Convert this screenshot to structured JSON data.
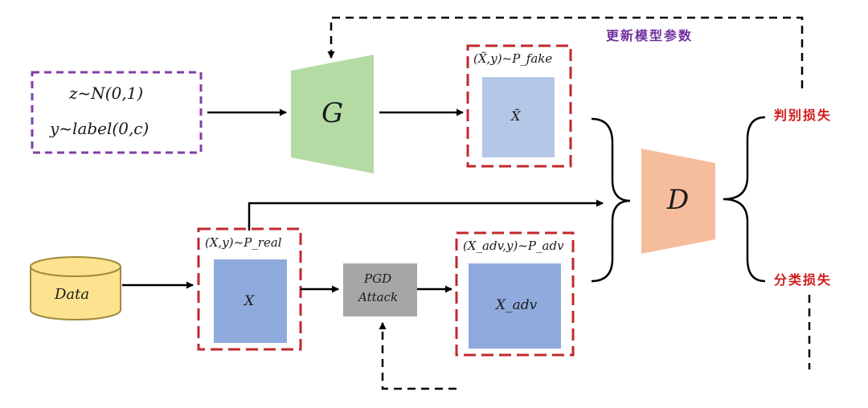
{
  "noise": {
    "line1": "z~N(0,1)",
    "line2": "y~label(0,c)"
  },
  "generator": {
    "label": "G"
  },
  "discriminator": {
    "label": "D"
  },
  "fake_sample": {
    "caption": "(X̃,y)~P_fake",
    "label": "X̃"
  },
  "real_sample": {
    "caption": "(X,y)~P_real",
    "label": "X"
  },
  "adv_sample": {
    "caption": "(X_adv,y)~P_adv",
    "label": "X_adv"
  },
  "data_store": {
    "label": "Data"
  },
  "pgd": {
    "line1": "PGD",
    "line2": "Attack"
  },
  "update_params_label": "更新模型参数",
  "disc_loss_label": "判别损失",
  "cls_loss_label": "分类损失",
  "colors": {
    "generator": "#b5dba5",
    "discriminator": "#f6bd9c",
    "fake_fill": "#b4c7e7",
    "real_fill": "#8faadc",
    "adv_fill": "#8faadc",
    "data_fill": "#fde28f",
    "data_stroke": "#a08a3a",
    "pgd_fill": "#a6a6a6",
    "noise_border": "#7f3fa8",
    "sample_border": "#c0282e",
    "update_text": "#7030a0",
    "loss_text": "#d01b1b"
  }
}
